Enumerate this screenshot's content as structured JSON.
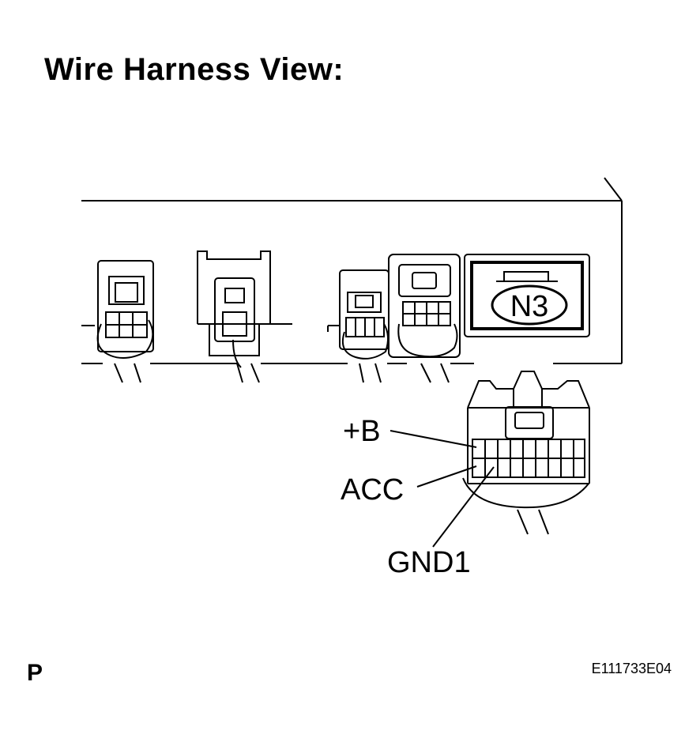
{
  "title": "Wire Harness View:",
  "connector_label": "N3",
  "terminals": [
    {
      "label": "+B"
    },
    {
      "label": "ACC"
    },
    {
      "label": "GND1"
    }
  ],
  "footer": {
    "letter": "P",
    "figure_id": "E111733E04"
  }
}
